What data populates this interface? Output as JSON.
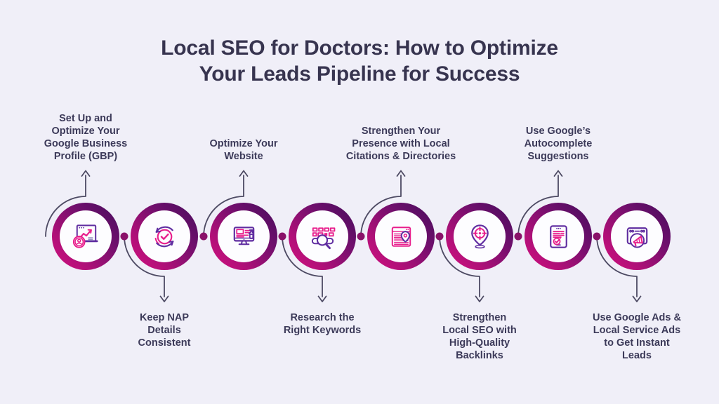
{
  "title": {
    "lines": [
      "Local SEO for Doctors: How to Optimize",
      "Your Leads Pipeline for Success"
    ]
  },
  "colors": {
    "background": "#f0eff8",
    "title_text": "#37344f",
    "label_text": "#3c3a59",
    "ring_gradient_start": "#d4107f",
    "ring_gradient_end": "#470c5c",
    "icon_purple": "#5f2da0",
    "icon_pink": "#e81e8c",
    "connector_line": "#4d4a63",
    "connector_dot": "#8a1169"
  },
  "steps": [
    {
      "id": 1,
      "label_position": "above",
      "icon": "google-business-profile-icon",
      "lines": [
        "Set Up and",
        "Optimize Your",
        "Google Business",
        "Profile (GBP)"
      ]
    },
    {
      "id": 2,
      "label_position": "below",
      "icon": "nap-sync-check-icon",
      "lines": [
        "Keep NAP",
        "Details",
        "Consistent"
      ]
    },
    {
      "id": 3,
      "label_position": "above",
      "icon": "website-monitor-icon",
      "lines": [
        "Optimize Your",
        "Website"
      ]
    },
    {
      "id": 4,
      "label_position": "below",
      "icon": "keyword-search-icon",
      "lines": [
        "Research the",
        "Right Keywords"
      ]
    },
    {
      "id": 5,
      "label_position": "above",
      "icon": "citations-directory-icon",
      "lines": [
        "Strengthen Your",
        "Presence with Local",
        "Citations & Directories"
      ]
    },
    {
      "id": 6,
      "label_position": "below",
      "icon": "backlinks-target-pin-icon",
      "lines": [
        "Strengthen",
        "Local SEO with",
        "High-Quality",
        "Backlinks"
      ]
    },
    {
      "id": 7,
      "label_position": "above",
      "icon": "autocomplete-tablet-icon",
      "lines": [
        "Use Google’s",
        "Autocomplete",
        "Suggestions"
      ]
    },
    {
      "id": 8,
      "label_position": "below",
      "icon": "google-ads-megaphone-icon",
      "lines": [
        "Use Google Ads &",
        "Local Service Ads",
        "to Get Instant",
        "Leads"
      ]
    }
  ]
}
